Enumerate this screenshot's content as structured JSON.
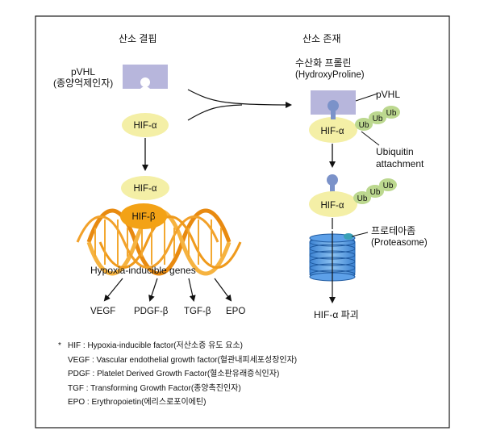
{
  "left_panel": {
    "title": "산소 결핍",
    "pvhl_label": "pVHL",
    "pvhl_sublabel": "(종양억제인자)",
    "hif_alpha": "HIF-α",
    "hif_alpha_2": "HIF-α",
    "hif_beta": "HIF-β",
    "genes_label": "Hypoxia-inducible genes",
    "targets": [
      "VEGF",
      "PDGF-β",
      "TGF-β",
      "EPO"
    ]
  },
  "right_panel": {
    "title": "산소 존재",
    "hydroxyproline_label": "수산화 프롤린",
    "hydroxyproline_sublabel": "(HydroxyProline)",
    "pvhl_label": "pVHL",
    "hif_alpha_1": "HIF-α",
    "hif_alpha_2": "HIF-α",
    "ub": "Ub",
    "ubiquitin_line1": "Ubiquitin",
    "ubiquitin_line2": "attachment",
    "proteasome_label": "프로테아좀",
    "proteasome_sublabel": "(Proteasome)",
    "result": "HIF-α 파괴"
  },
  "footnotes": {
    "star": "*",
    "items": [
      "HIF : Hypoxia-inducible factor(저산소증 유도 요소)",
      "VEGF : Vascular endothelial growth factor(혈관내피세포성장인자)",
      "PDGF : Platelet Derived Growth Factor(혈소판유래증식인자)",
      "TGF : Transforming Growth Factor(종양촉진인자)",
      "EPO : Erythropoietin(에리스로포이에틴)"
    ]
  },
  "colors": {
    "pvhl": "#b7b6dc",
    "hif_alpha": "#f4efa6",
    "hif_beta": "#f3a216",
    "ub": "#bcd88f",
    "dna": "#f09a19",
    "proteasome": "#6aa9e6",
    "hydroxyproline": "#7b92c9",
    "frame": "#1a1a1a"
  }
}
